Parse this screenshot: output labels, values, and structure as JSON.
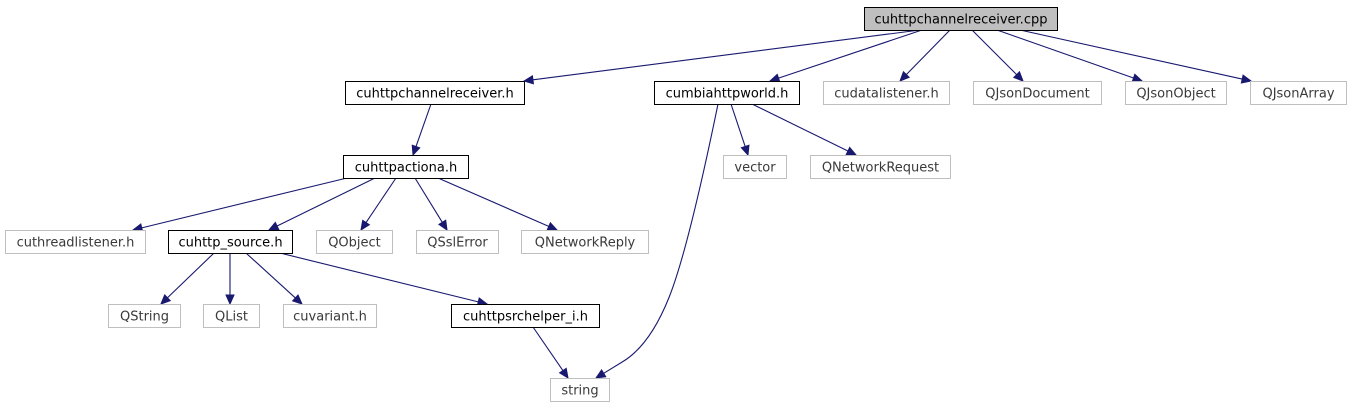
{
  "colors": {
    "edge": "#191970",
    "root_fill": "#bfbfbf",
    "documented_stroke": "#000000",
    "external_stroke": "#bfbfbf"
  },
  "nodes": [
    {
      "id": "root",
      "label": "cuhttpchannelreceiver.cpp",
      "kind": "root"
    },
    {
      "id": "n_channelreceiver_h",
      "label": "cuhttpchannelreceiver.h",
      "kind": "documented"
    },
    {
      "id": "n_mbiahttpworld_h",
      "label": "cumbiahttpworld.h",
      "kind": "documented"
    },
    {
      "id": "n_datalistener_h",
      "label": "cudatalistener.h",
      "kind": "external"
    },
    {
      "id": "n_qjsondocument",
      "label": "QJsonDocument",
      "kind": "external"
    },
    {
      "id": "n_qjsonobject",
      "label": "QJsonObject",
      "kind": "external"
    },
    {
      "id": "n_qjsonarray",
      "label": "QJsonArray",
      "kind": "external"
    },
    {
      "id": "n_actiona_h",
      "label": "cuhttpactiona.h",
      "kind": "documented"
    },
    {
      "id": "n_vector",
      "label": "vector",
      "kind": "external"
    },
    {
      "id": "n_qnetworkrequest",
      "label": "QNetworkRequest",
      "kind": "external"
    },
    {
      "id": "n_threadlistener_h",
      "label": "cuthreadlistener.h",
      "kind": "external"
    },
    {
      "id": "n_source_h",
      "label": "cuhttp_source.h",
      "kind": "documented"
    },
    {
      "id": "n_qobject",
      "label": "QObject",
      "kind": "external"
    },
    {
      "id": "n_qsslerror",
      "label": "QSslError",
      "kind": "external"
    },
    {
      "id": "n_qnetworkreply",
      "label": "QNetworkReply",
      "kind": "external"
    },
    {
      "id": "n_qstring",
      "label": "QString",
      "kind": "external"
    },
    {
      "id": "n_qlist",
      "label": "QList",
      "kind": "external"
    },
    {
      "id": "n_cuvariant_h",
      "label": "cuvariant.h",
      "kind": "external"
    },
    {
      "id": "n_srchelper_h",
      "label": "cuhttpsrchelper_i.h",
      "kind": "documented"
    },
    {
      "id": "n_string",
      "label": "string",
      "kind": "external"
    }
  ],
  "edges": [
    {
      "from": "root",
      "to": "n_channelreceiver_h"
    },
    {
      "from": "root",
      "to": "n_mbiahttpworld_h"
    },
    {
      "from": "root",
      "to": "n_datalistener_h"
    },
    {
      "from": "root",
      "to": "n_qjsondocument"
    },
    {
      "from": "root",
      "to": "n_qjsonobject"
    },
    {
      "from": "root",
      "to": "n_qjsonarray"
    },
    {
      "from": "n_channelreceiver_h",
      "to": "n_actiona_h"
    },
    {
      "from": "n_mbiahttpworld_h",
      "to": "n_vector"
    },
    {
      "from": "n_mbiahttpworld_h",
      "to": "n_qnetworkrequest"
    },
    {
      "from": "n_mbiahttpworld_h",
      "to": "n_string"
    },
    {
      "from": "n_actiona_h",
      "to": "n_threadlistener_h"
    },
    {
      "from": "n_actiona_h",
      "to": "n_source_h"
    },
    {
      "from": "n_actiona_h",
      "to": "n_qobject"
    },
    {
      "from": "n_actiona_h",
      "to": "n_qsslerror"
    },
    {
      "from": "n_actiona_h",
      "to": "n_qnetworkreply"
    },
    {
      "from": "n_source_h",
      "to": "n_qstring"
    },
    {
      "from": "n_source_h",
      "to": "n_qlist"
    },
    {
      "from": "n_source_h",
      "to": "n_cuvariant_h"
    },
    {
      "from": "n_source_h",
      "to": "n_srchelper_h"
    },
    {
      "from": "n_srchelper_h",
      "to": "n_string"
    }
  ]
}
